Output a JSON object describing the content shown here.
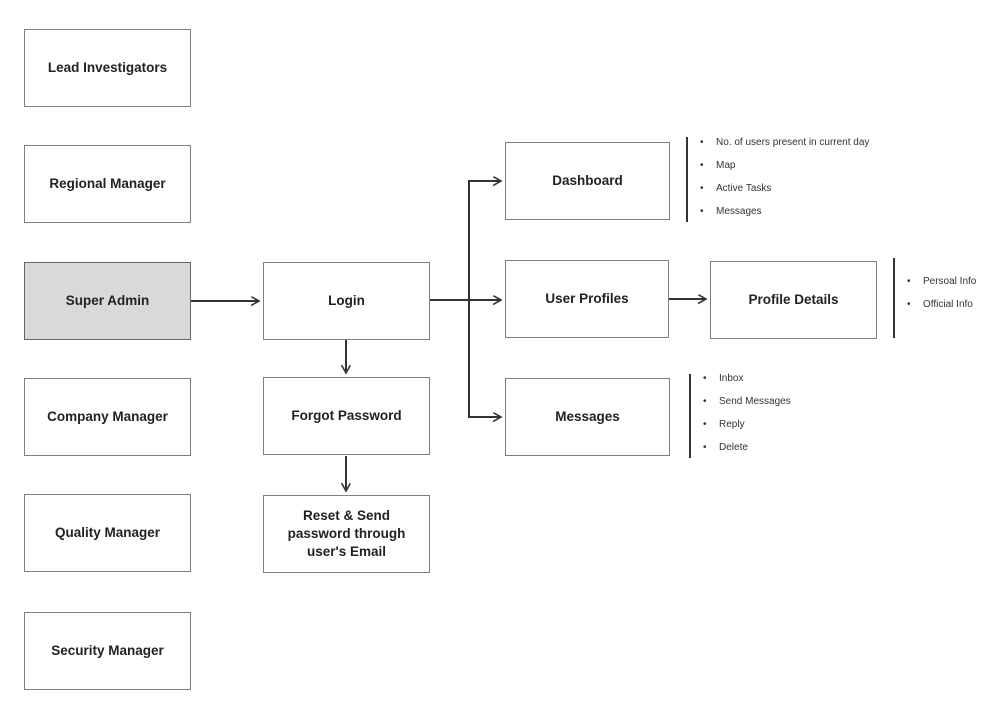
{
  "diagram": {
    "roles": [
      {
        "label": "Lead Investigators"
      },
      {
        "label": "Regional Manager"
      },
      {
        "label": "Super Admin",
        "highlight": true
      },
      {
        "label": "Company Manager"
      },
      {
        "label": "Quality Manager"
      },
      {
        "label": "Security Manager"
      }
    ],
    "nodes": {
      "login": "Login",
      "forgot_password": "Forgot Password",
      "reset_password": "Reset & Send password through user's Email",
      "dashboard": "Dashboard",
      "user_profiles": "User Profiles",
      "messages": "Messages",
      "profile_details": "Profile Details"
    },
    "dashboard_features": [
      "No. of users present in current day",
      "Map",
      "Active Tasks",
      "Messages"
    ],
    "profile_details_features": [
      "Persoal Info",
      "Official Info"
    ],
    "messages_features": [
      "Inbox",
      "Send Messages",
      "Reply",
      "Delete"
    ],
    "colors": {
      "highlight_fill": "#d9d9d9",
      "box_border": "#7f7f7f",
      "line": "#333333",
      "text": "#222222"
    }
  }
}
